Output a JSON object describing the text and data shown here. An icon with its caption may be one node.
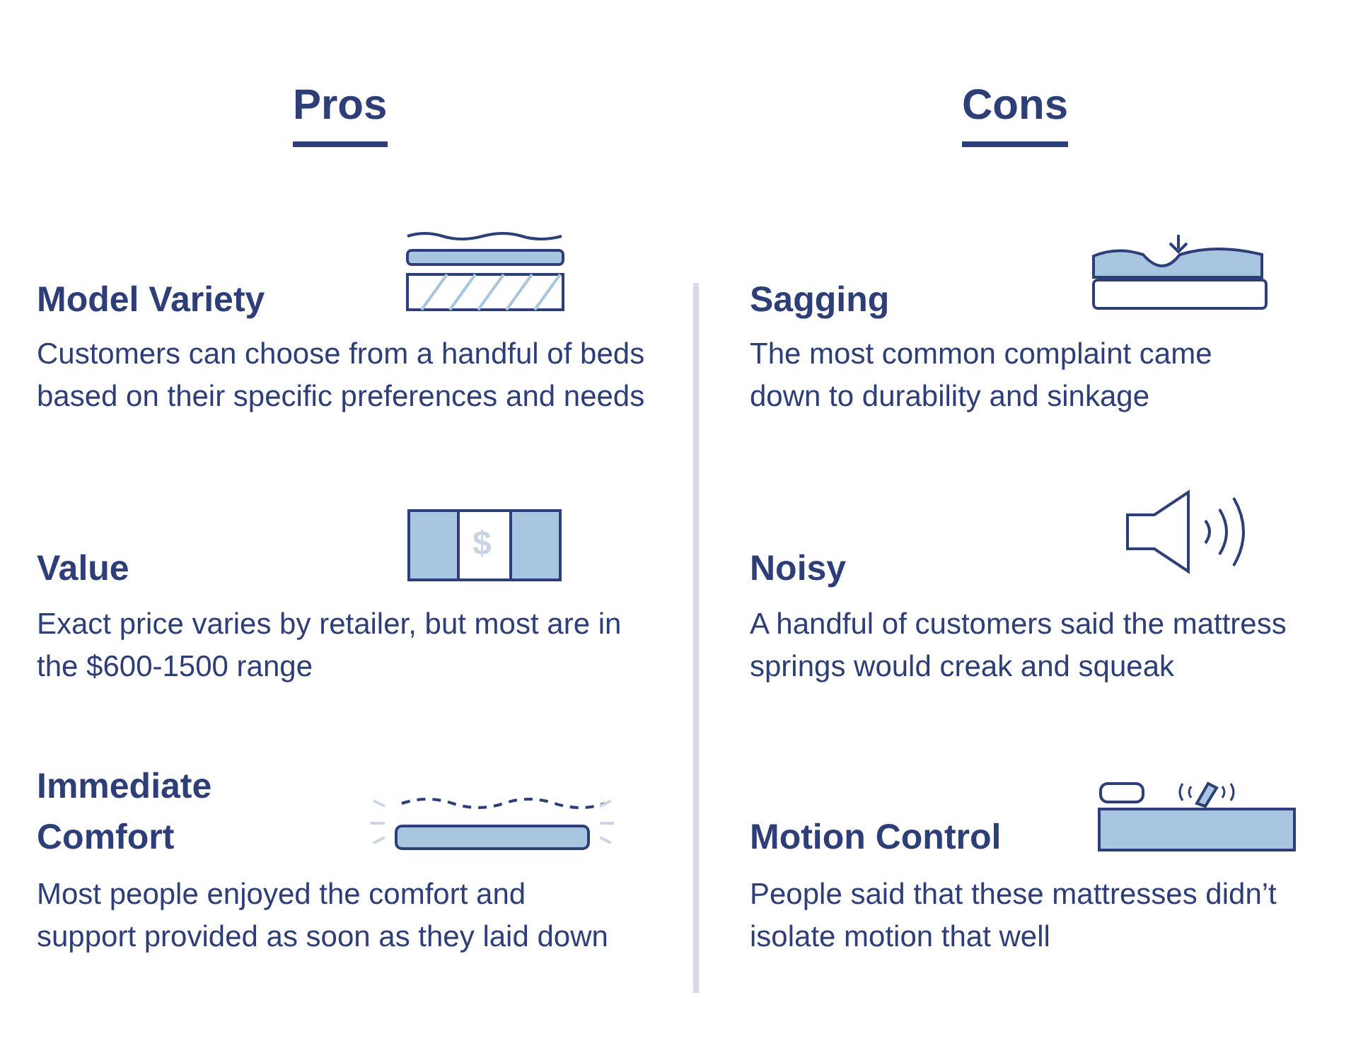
{
  "diagram": {
    "labels": [
      "Pros",
      "Model Variety",
      "Customers can choose from a handful of beds based on their specific preferences and needs",
      "Value",
      "$",
      "Exact price varies by retailer, but most are in the $600-1500 range",
      "Immediate Comfort",
      "Most people enjoyed the comfort and support provided as soon as they laid down",
      "Cons",
      "Sagging",
      "The most common complaint came down to durability and sinkage",
      "Noisy",
      "A handful of customers said the mattress springs would creak and squeak",
      "Motion Control",
      "People said that these mattresses didn’t isolate motion that well"
    ]
  }
}
